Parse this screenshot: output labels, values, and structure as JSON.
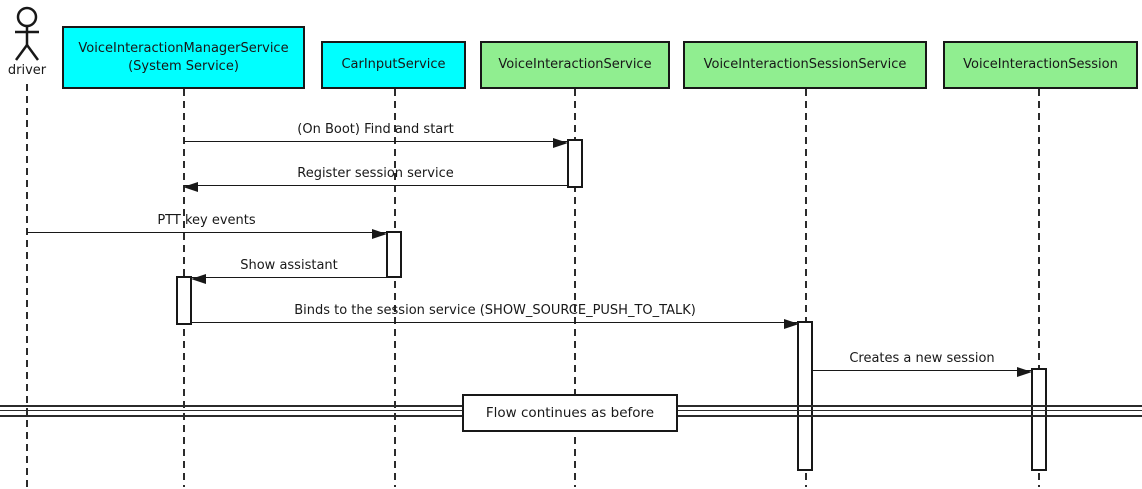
{
  "diagram_type": "uml-sequence",
  "actor": {
    "label": "driver"
  },
  "participants": [
    {
      "label": "VoiceInteractionManagerService\n(System Service)",
      "fill": "#00FFFF"
    },
    {
      "label": "CarInputService",
      "fill": "#00FFFF"
    },
    {
      "label": "VoiceInteractionService",
      "fill": "#90EE90"
    },
    {
      "label": "VoiceInteractionSessionService",
      "fill": "#90EE90"
    },
    {
      "label": "VoiceInteractionSession",
      "fill": "#90EE90"
    }
  ],
  "messages": [
    {
      "label": "(On Boot) Find and start",
      "from": "VoiceInteractionManagerService (System Service)",
      "to": "VoiceInteractionService",
      "direction": "right"
    },
    {
      "label": "Register session service",
      "from": "VoiceInteractionService",
      "to": "VoiceInteractionManagerService (System Service)",
      "direction": "left"
    },
    {
      "label": "PTT key events",
      "from": "driver",
      "to": "CarInputService",
      "direction": "right"
    },
    {
      "label": "Show assistant",
      "from": "CarInputService",
      "to": "VoiceInteractionManagerService (System Service)",
      "direction": "left"
    },
    {
      "label": "Binds to the session service (SHOW_SOURCE_PUSH_TO_TALK)",
      "from": "VoiceInteractionManagerService (System Service)",
      "to": "VoiceInteractionSessionService",
      "direction": "right"
    },
    {
      "label": "Creates a new session",
      "from": "VoiceInteractionSessionService",
      "to": "VoiceInteractionSession",
      "direction": "right"
    }
  ],
  "divider": {
    "label": "Flow continues as before"
  },
  "colors": {
    "participant_cyan": "#00FFFF",
    "participant_green": "#90EE90",
    "line": "#181818",
    "background": "#FFFFFF"
  }
}
